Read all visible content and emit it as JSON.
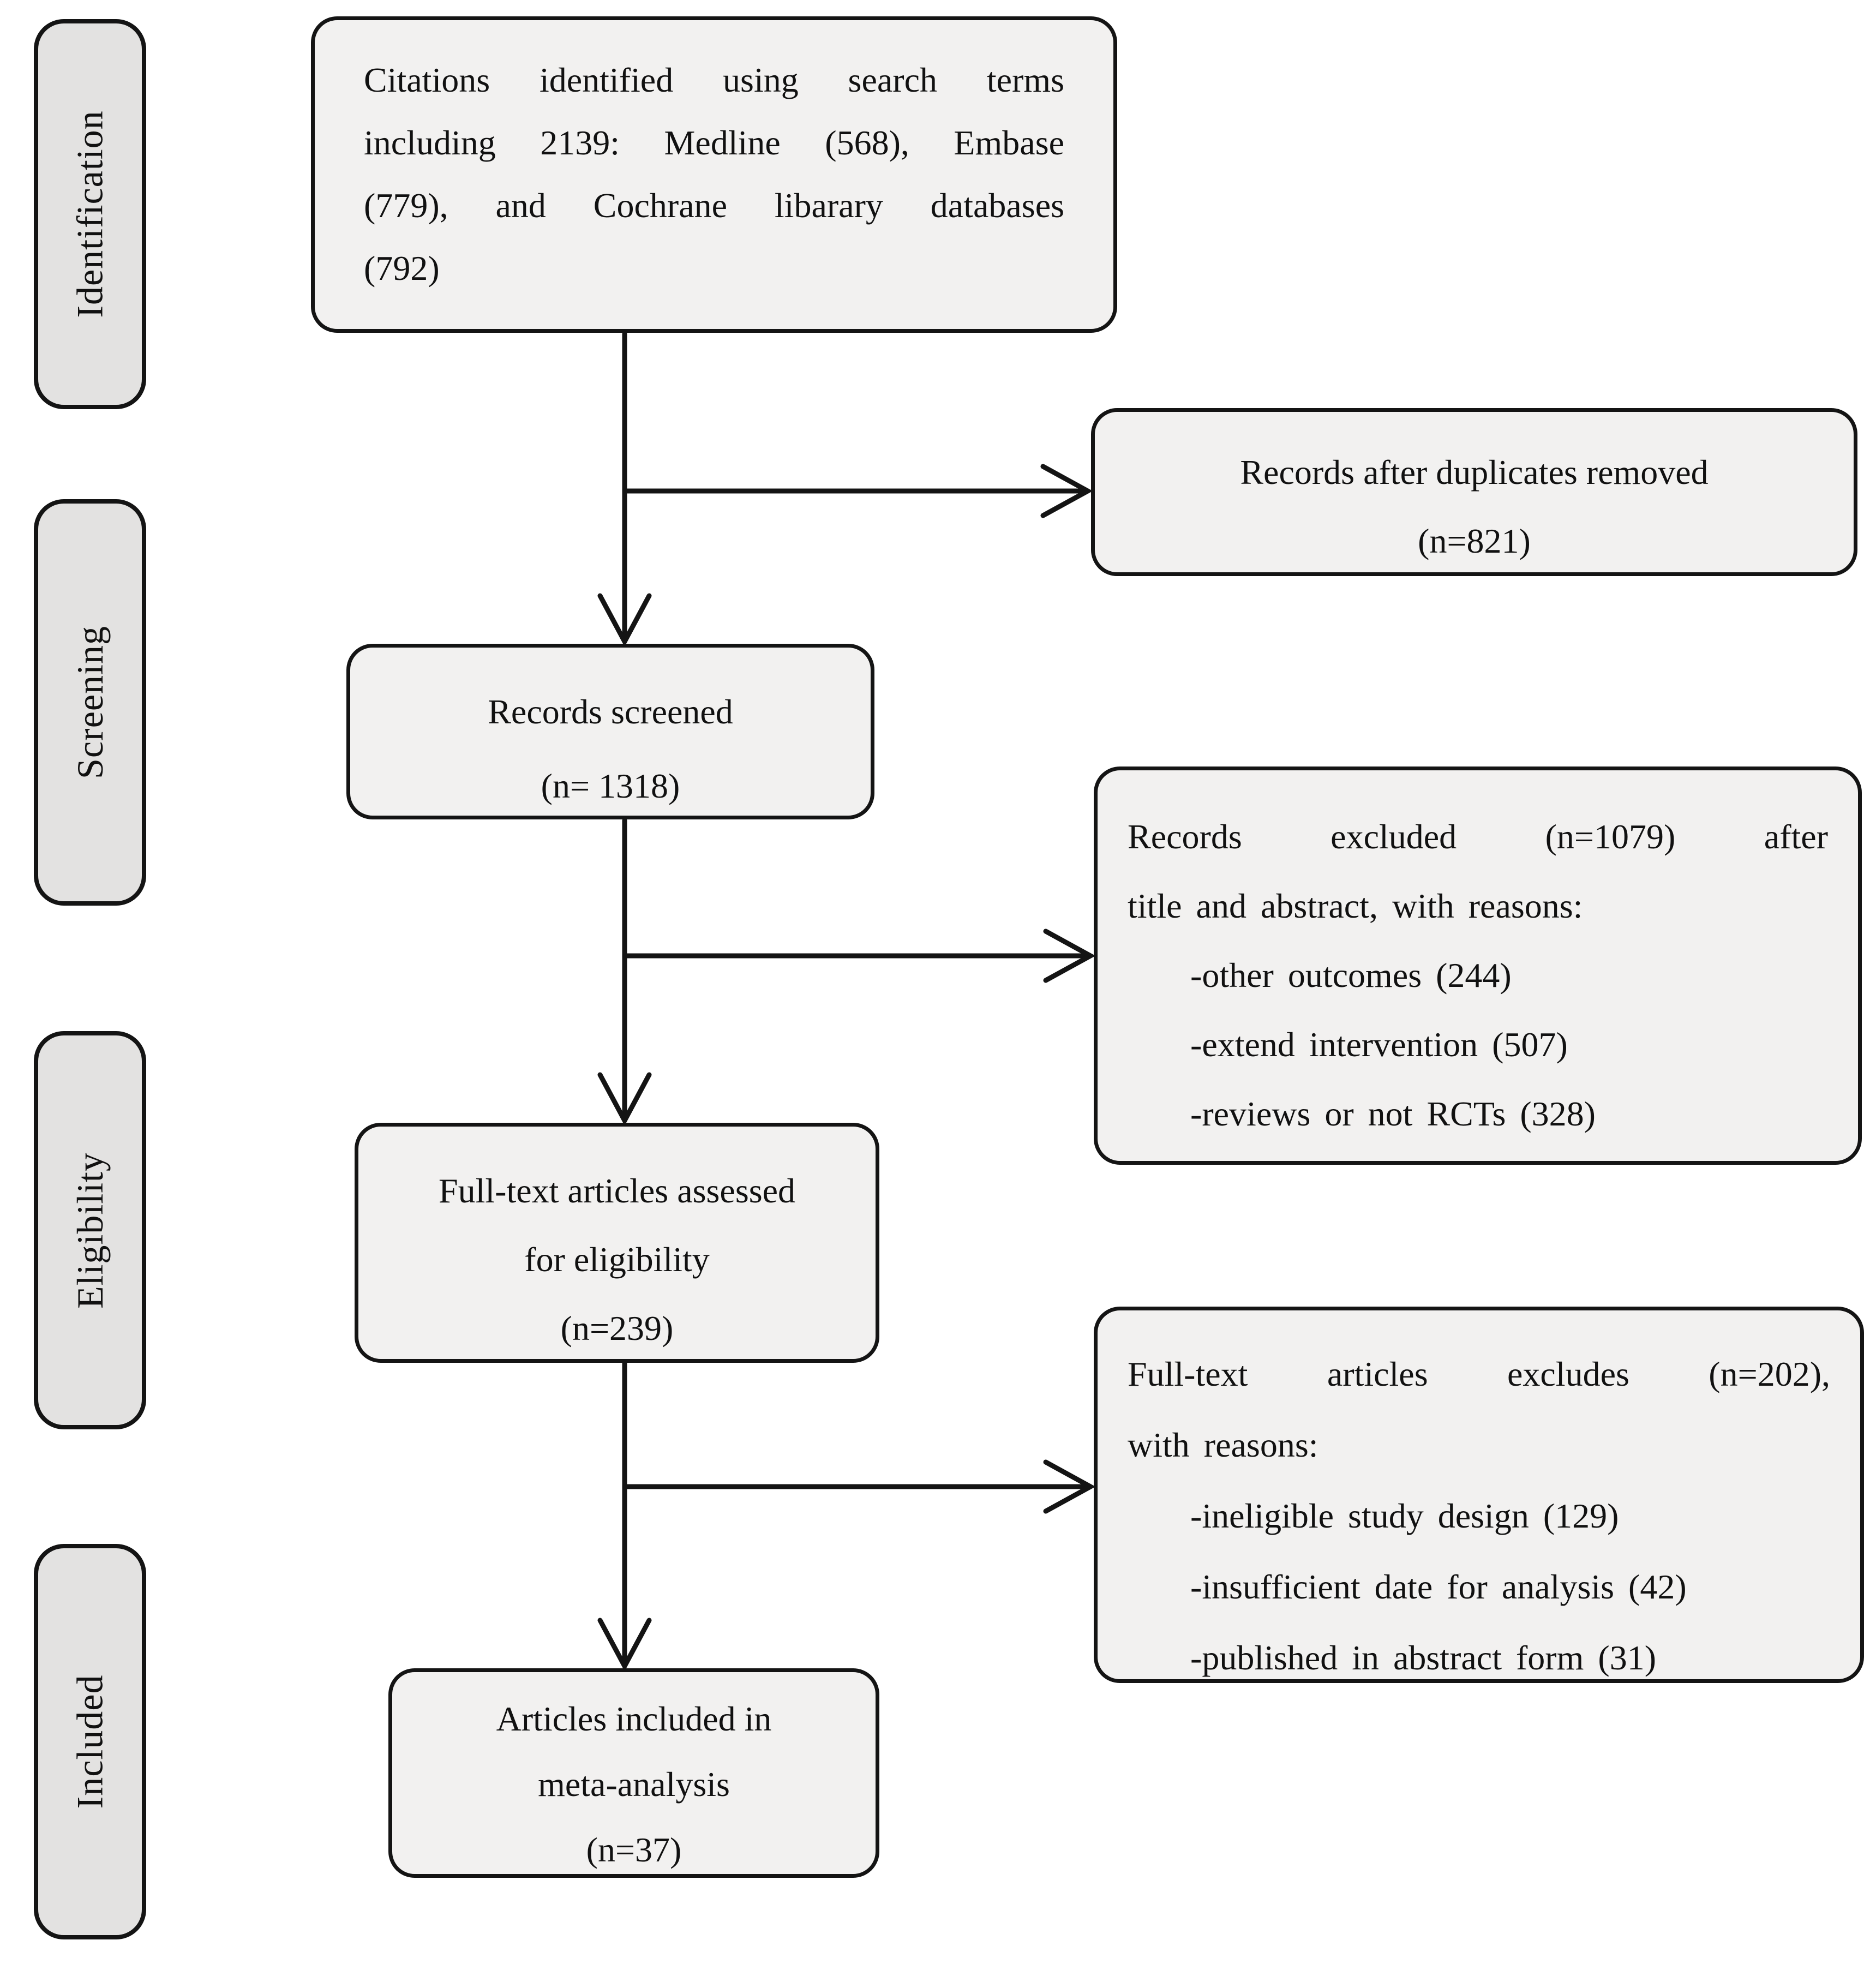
{
  "colors": {
    "line-color": "#141414",
    "box-fill": "#f2f1f0",
    "stage-fill": "#e3e2e1",
    "text-color": "#111111",
    "page-bg": "#ffffff"
  },
  "diagram": {
    "stages": [
      {
        "label": "Identification"
      },
      {
        "label": "Screening"
      },
      {
        "label": "Eligibility"
      },
      {
        "label": "Included"
      }
    ],
    "boxes": {
      "citations": {
        "lines": [
          "Citations identified using search terms",
          "including 2139: Medline (568), Embase",
          "(779), and Cochrane libarary databases",
          "(792)"
        ]
      },
      "duplicates": {
        "line1": "Records after duplicates removed",
        "line2": "(n=821)"
      },
      "screened": {
        "line1": "Records screened",
        "line2": "(n= 1318)"
      },
      "excluded_title_abstract": {
        "lines": [
          "Records excluded (n=1079) after",
          "title and abstract, with reasons:"
        ],
        "reasons": [
          "-other outcomes (244)",
          "-extend intervention (507)",
          "-reviews or not RCTs (328)"
        ]
      },
      "fulltext_assessed": {
        "line1": "Full-text articles assessed",
        "line2": "for eligibility",
        "line3": "(n=239)"
      },
      "fulltext_excluded": {
        "lines": [
          "Full-text articles excludes (n=202),",
          "with reasons:"
        ],
        "reasons": [
          "-ineligible study design (129)",
          "-insufficient date for analysis (42)",
          "-published in abstract form (31)"
        ]
      },
      "included_meta": {
        "line1": "Articles included in",
        "line2": "meta-analysis",
        "line3": "(n=37)"
      }
    }
  }
}
